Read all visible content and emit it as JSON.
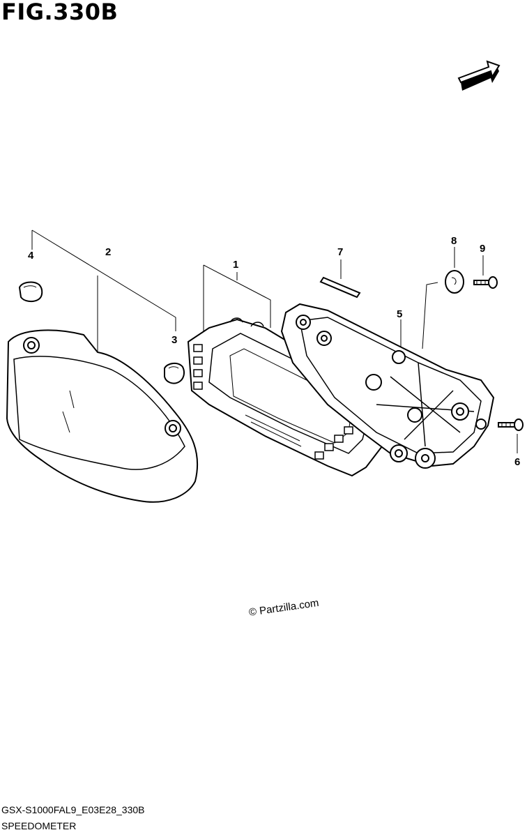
{
  "figure": {
    "title": "FIG.330B"
  },
  "direction": {
    "label": "FWD"
  },
  "callouts": [
    "1",
    "2",
    "3",
    "4",
    "5",
    "6",
    "7",
    "8",
    "9"
  ],
  "watermark": "© Partzilla.com",
  "footer": {
    "code": "GSX-S1000FAL9_E03E28_330B",
    "name": "SPEEDOMETER"
  }
}
